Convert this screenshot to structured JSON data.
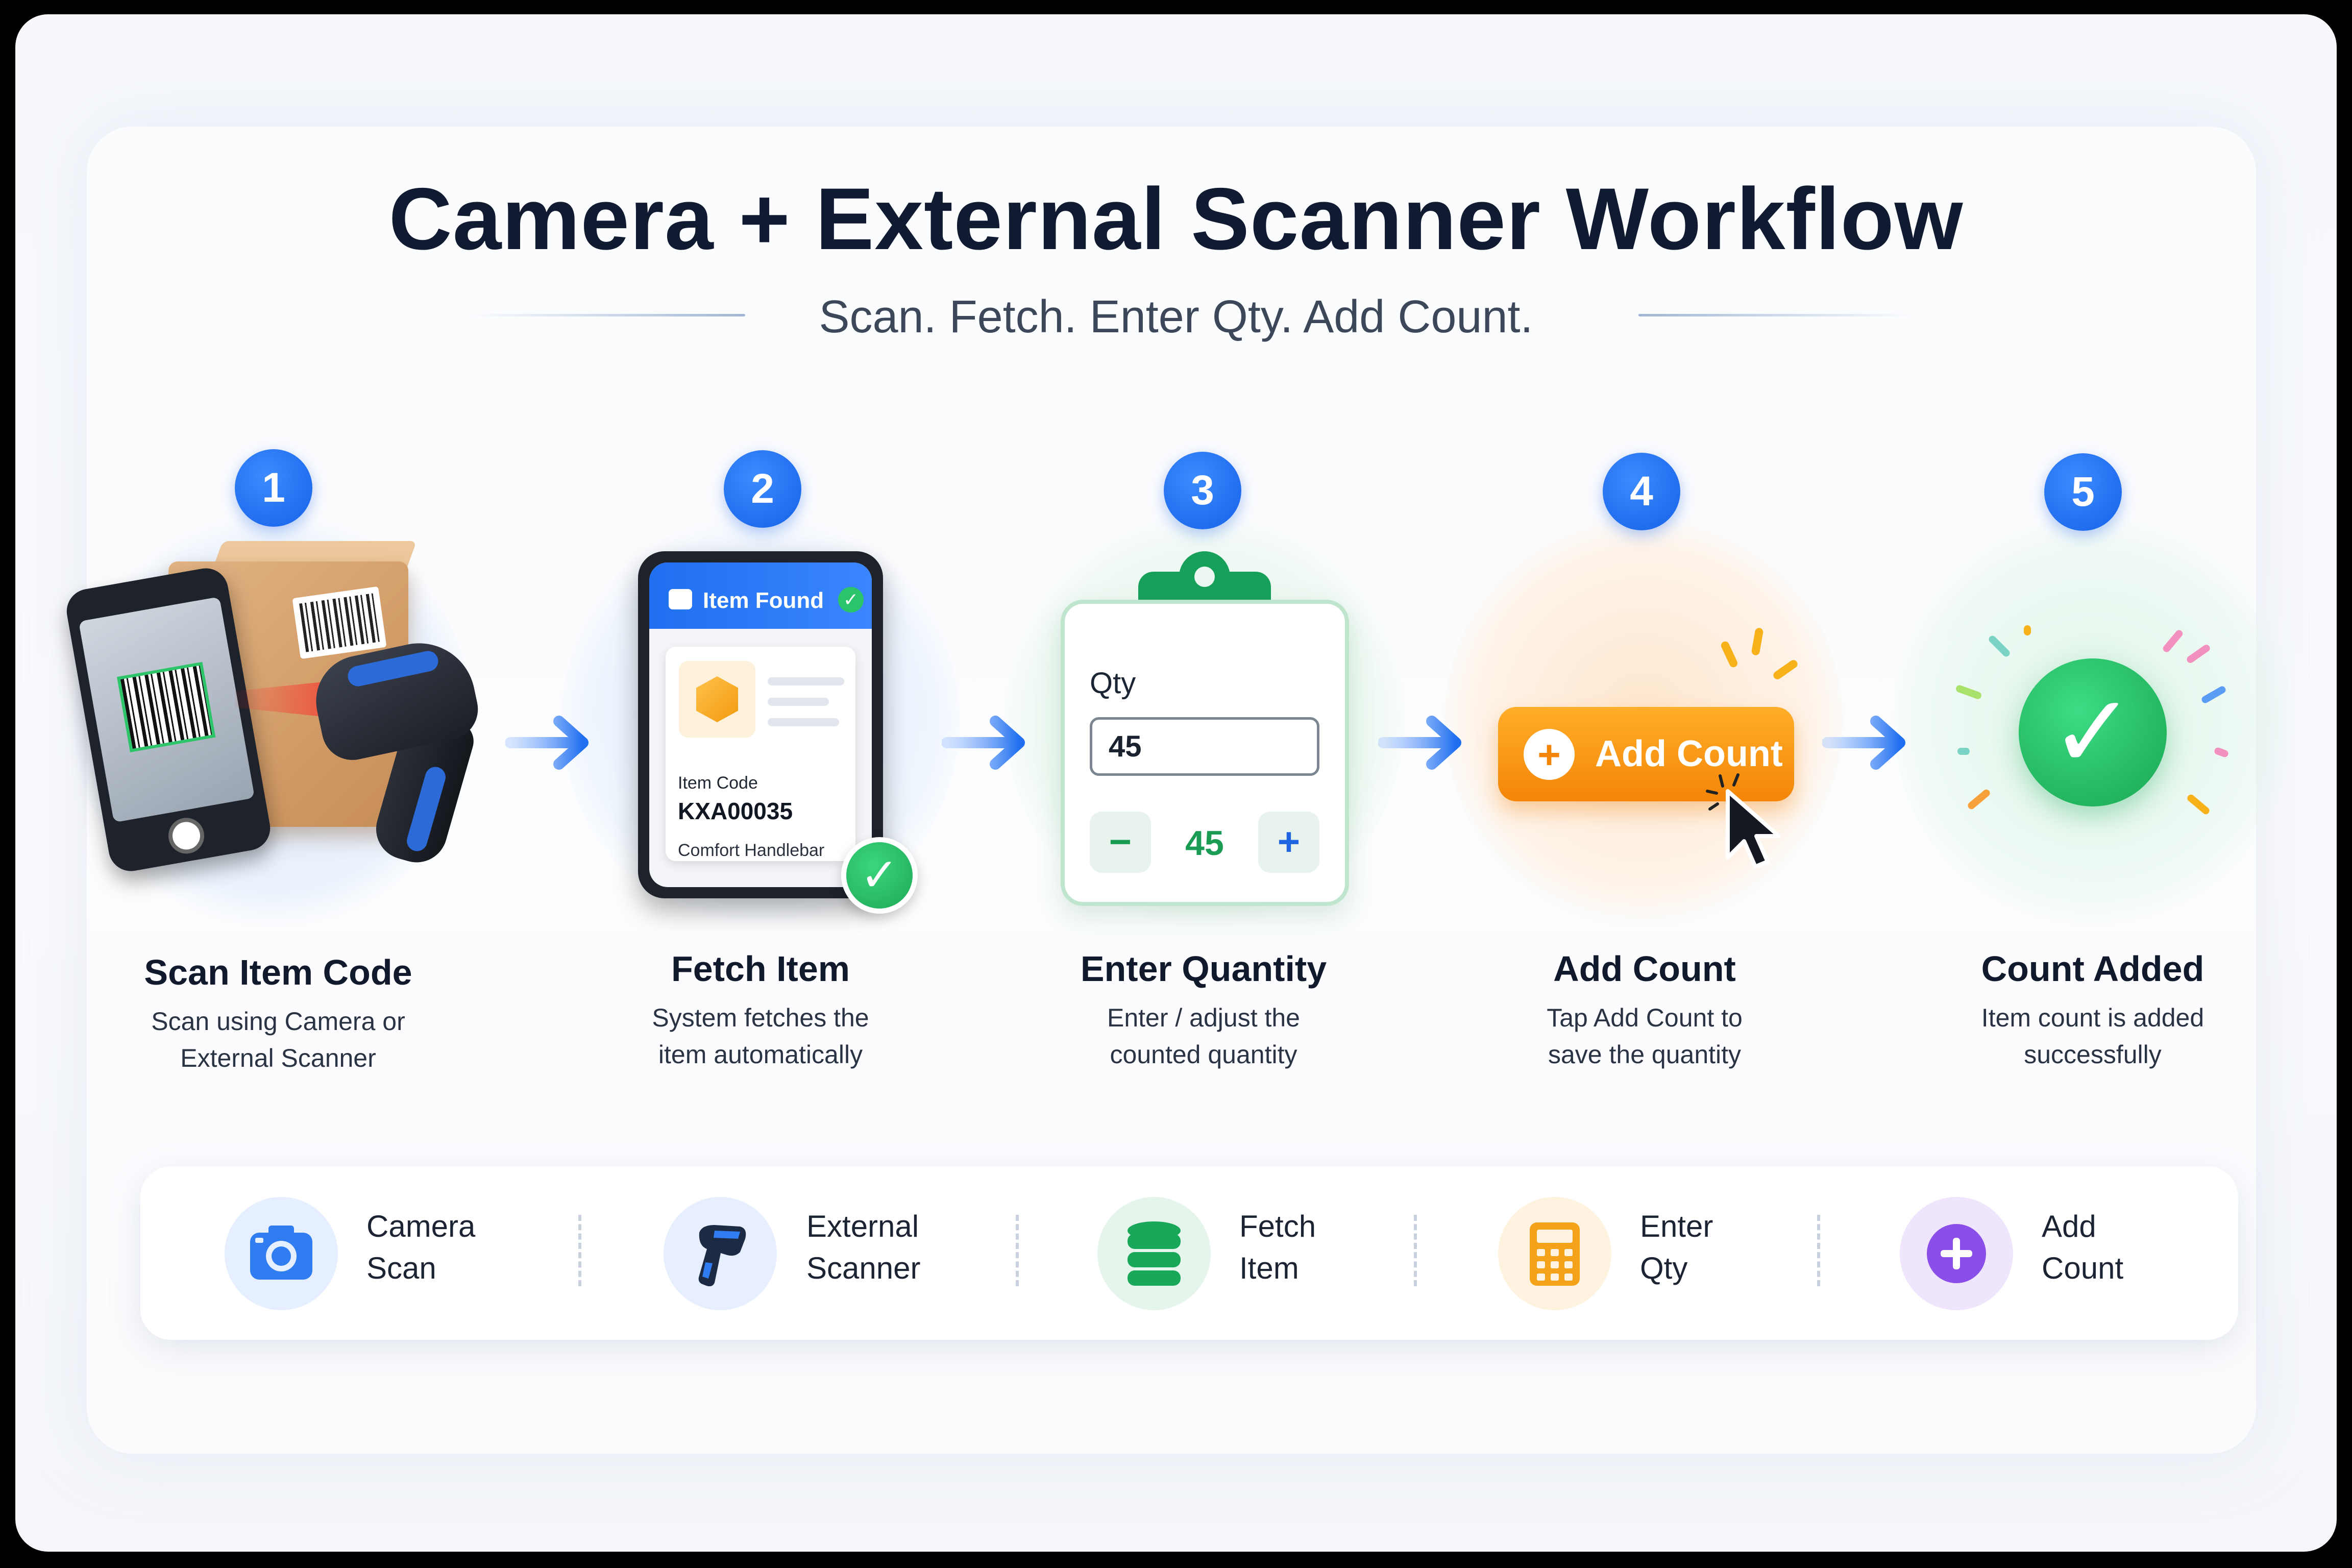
{
  "header": {
    "title": "Camera + External Scanner Workflow",
    "subtitle": "Scan. Fetch. Enter Qty. Add Count."
  },
  "steps": [
    {
      "number": "1",
      "title": "Scan Item Code",
      "desc_line1": "Scan using Camera or",
      "desc_line2": "External Scanner"
    },
    {
      "number": "2",
      "title": "Fetch Item",
      "desc_line1": "System fetches the",
      "desc_line2": "item automatically"
    },
    {
      "number": "3",
      "title": "Enter Quantity",
      "desc_line1": "Enter / adjust the",
      "desc_line2": "counted quantity"
    },
    {
      "number": "4",
      "title": "Add Count",
      "desc_line1": "Tap Add Count to",
      "desc_line2": "save the quantity"
    },
    {
      "number": "5",
      "title": "Count Added",
      "desc_line1": "Item count is added",
      "desc_line2": "successfully"
    }
  ],
  "fetch_screen": {
    "header": "Item Found",
    "code_label": "Item Code",
    "code": "KXA00035",
    "name": "Comfort Handlebar"
  },
  "qty_screen": {
    "label": "Qty",
    "input_value": "45",
    "minus": "−",
    "stepper_value": "45",
    "plus": "+"
  },
  "add_count_button": {
    "label": "Add Count",
    "icon": "+"
  },
  "bottom_bar": [
    {
      "line1": "Camera",
      "line2": "Scan",
      "icon": "camera-icon",
      "color": "#2f7df0"
    },
    {
      "line1": "External",
      "line2": "Scanner",
      "icon": "barcode-scanner-icon",
      "color": "#1f5fd6"
    },
    {
      "line1": "Fetch",
      "line2": "Item",
      "icon": "database-icon",
      "color": "#19a85a"
    },
    {
      "line1": "Enter",
      "line2": "Qty",
      "icon": "calculator-icon",
      "color": "#f5a21b"
    },
    {
      "line1": "Add",
      "line2": "Count",
      "icon": "plus-circle-icon",
      "color": "#8a4fe8"
    }
  ],
  "colors": {
    "primary_blue": "#1f6ff0",
    "success_green": "#1fa857",
    "accent_orange": "#f48507",
    "title_text": "#101a30"
  }
}
